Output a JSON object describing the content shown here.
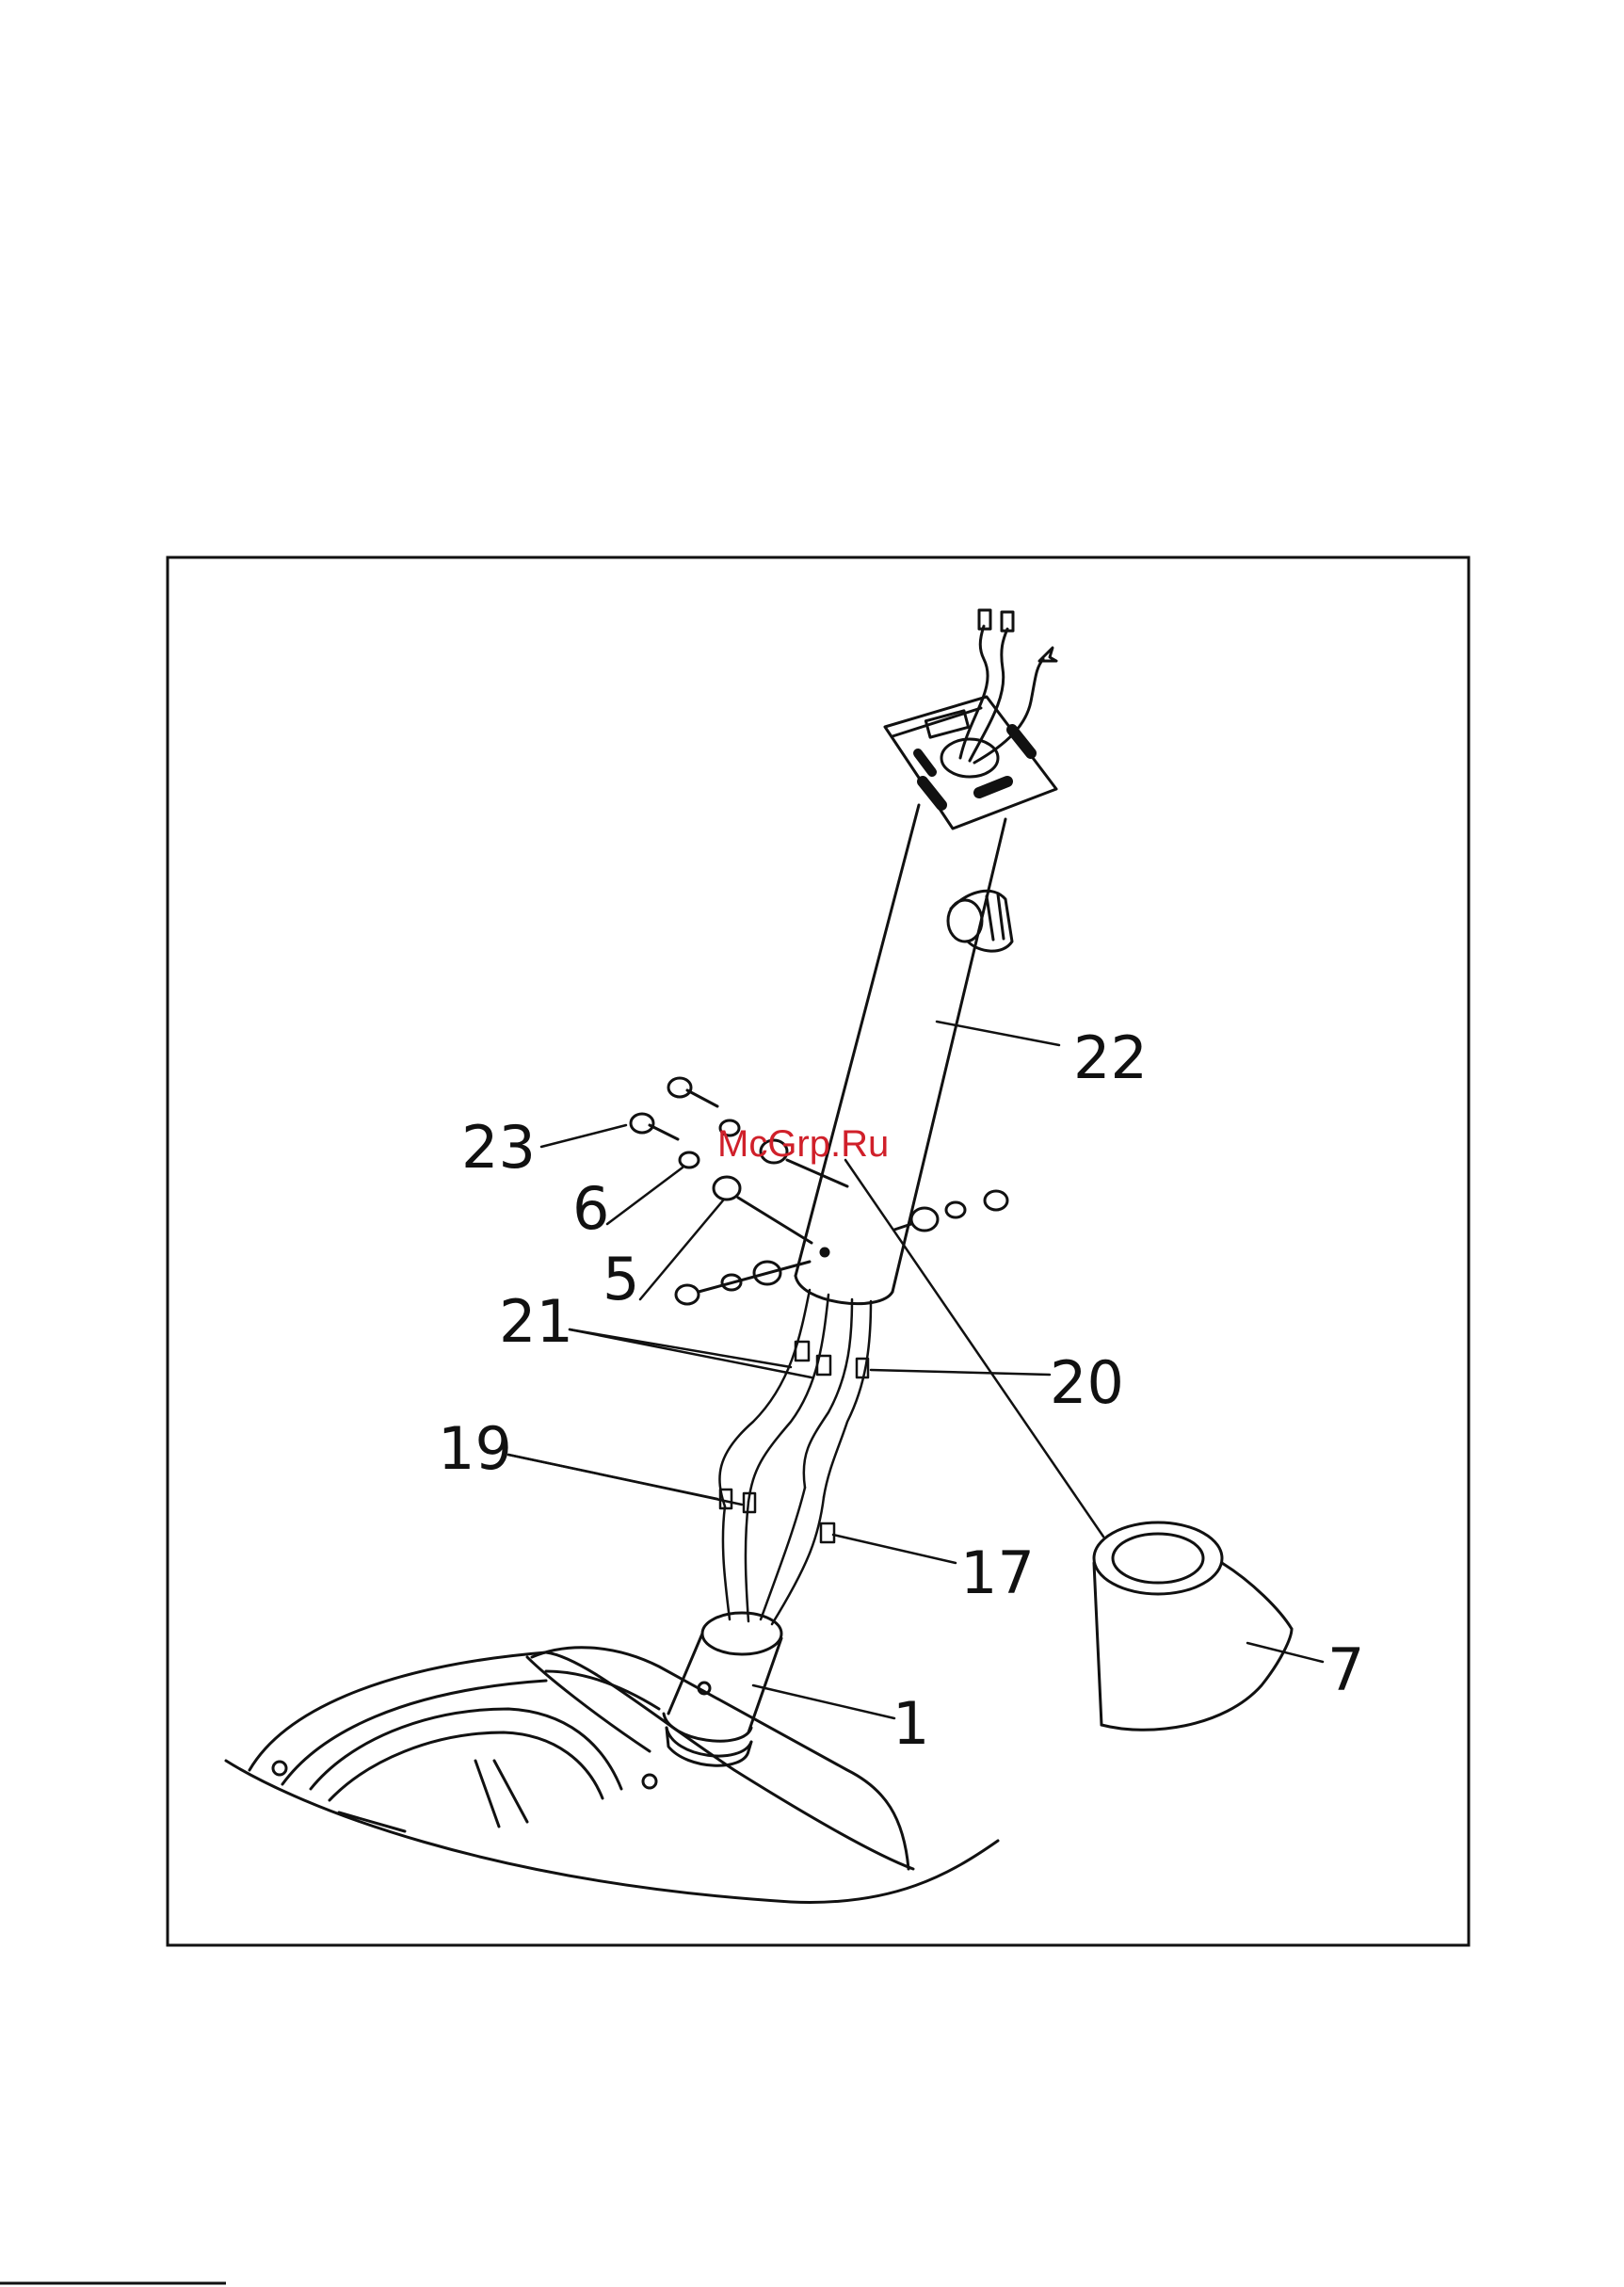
{
  "watermark": "McGrp.Ru",
  "part_labels": {
    "p1": "1",
    "p5": "5",
    "p6": "6",
    "p7": "7",
    "p17": "17",
    "p19": "19",
    "p20": "20",
    "p21": "21",
    "p22": "22",
    "p23": "23"
  },
  "colors": {
    "line": "#111111",
    "watermark": "#d0202a",
    "background": "#ffffff"
  }
}
